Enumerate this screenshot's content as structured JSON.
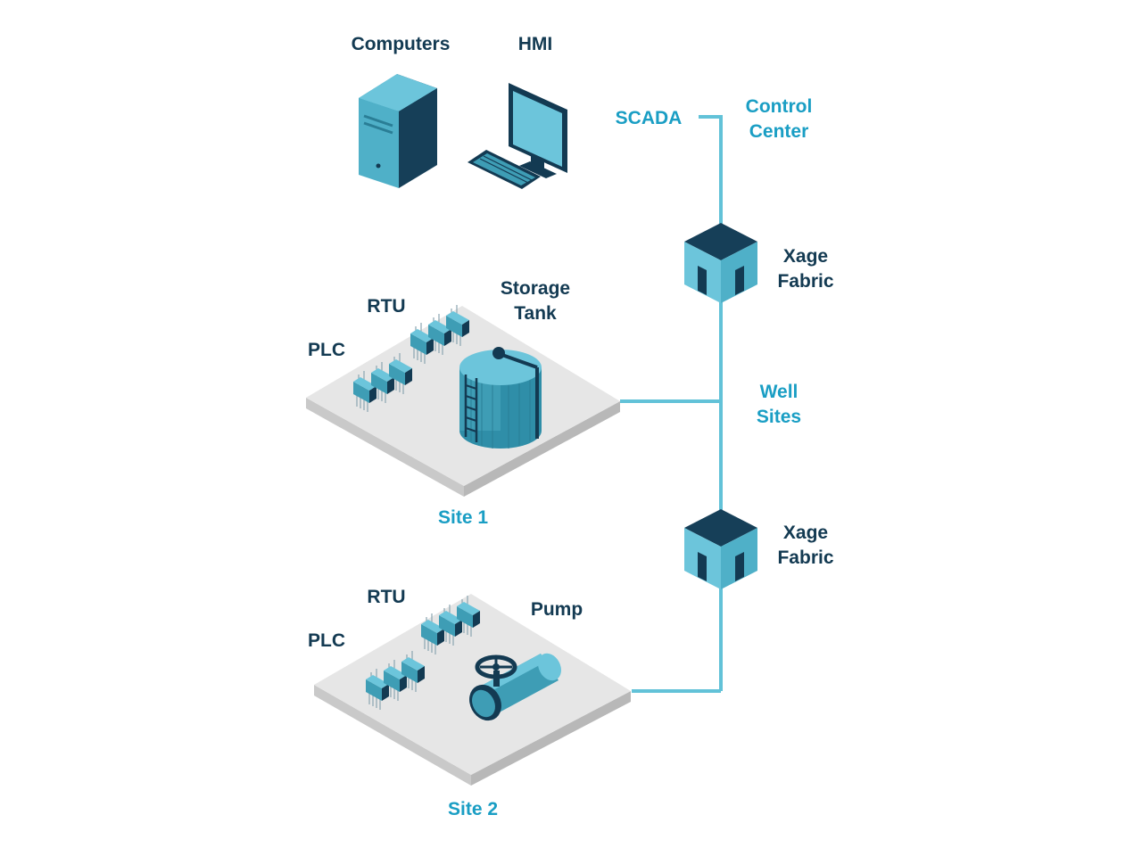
{
  "labels": {
    "computers": "Computers",
    "hmi": "HMI",
    "scada": "SCADA",
    "control_center_1": "Control",
    "control_center_2": "Center",
    "fabric_top_1": "Xage",
    "fabric_top_2": "Fabric",
    "fabric_bottom_1": "Xage",
    "fabric_bottom_2": "Fabric",
    "well_sites_1": "Well",
    "well_sites_2": "Sites",
    "site1_rtu": "RTU",
    "site1_plc": "PLC",
    "site1_storage_1": "Storage",
    "site1_storage_2": "Tank",
    "site1_name": "Site 1",
    "site2_rtu": "RTU",
    "site2_plc": "PLC",
    "site2_pump": "Pump",
    "site2_name": "Site 2"
  },
  "colors": {
    "dark_navy": "#133a52",
    "teal_label": "#1a9ec4",
    "light_teal": "#6cc5db",
    "mid_teal": "#3e9db5",
    "connector_line": "#62c2d8",
    "platform_top": "#e6e6e6",
    "platform_side": "#c9c9c9"
  }
}
